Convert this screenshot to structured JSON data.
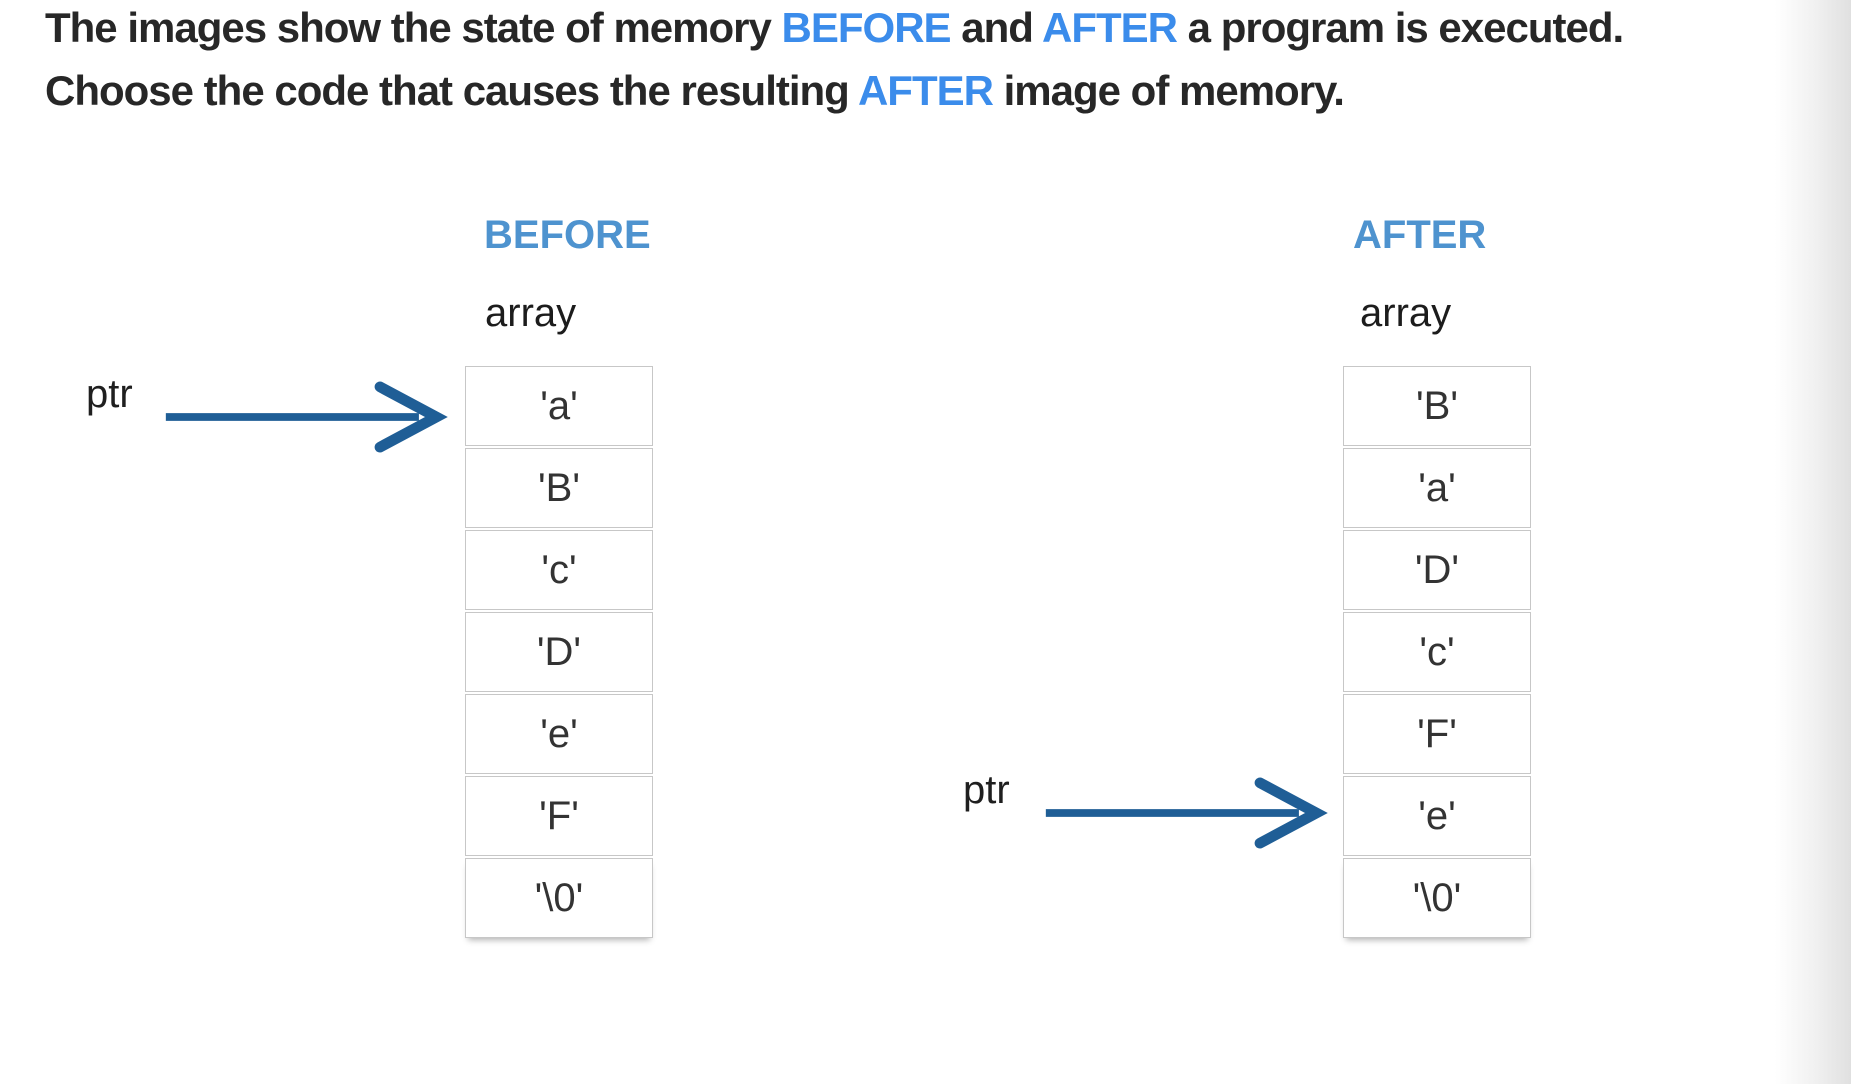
{
  "colors": {
    "header_blue": "#3b8ceb",
    "label_blue": "#4e93cf",
    "arrow_blue": "#1f5e96",
    "cell_border": "#c7c7c7"
  },
  "icons": {
    "pointer_arrow": "right-arrow-icon"
  },
  "instructions": {
    "line1": [
      {
        "text": "The images show the state of memory ",
        "highlight": false
      },
      {
        "text": "BEFORE",
        "highlight": true
      },
      {
        "text": " and ",
        "highlight": false
      },
      {
        "text": "AFTER",
        "highlight": true
      },
      {
        "text": " a program is executed.",
        "highlight": false
      }
    ],
    "line2": [
      {
        "text": "Choose the code that causes the resulting ",
        "highlight": false
      },
      {
        "text": "AFTER",
        "highlight": true
      },
      {
        "text": " image of memory.",
        "highlight": false
      }
    ]
  },
  "before": {
    "title": "BEFORE",
    "array_label": "array",
    "pointer_label": "ptr",
    "cells": [
      "'a'",
      "'B'",
      "'c'",
      "'D'",
      "'e'",
      "'F'",
      "'\\0'"
    ],
    "pointer_target_index": 0
  },
  "after": {
    "title": "AFTER",
    "array_label": "array",
    "pointer_label": "ptr",
    "cells": [
      "'B'",
      "'a'",
      "'D'",
      "'c'",
      "'F'",
      "'e'",
      "'\\0'"
    ],
    "pointer_target_index": 5
  }
}
